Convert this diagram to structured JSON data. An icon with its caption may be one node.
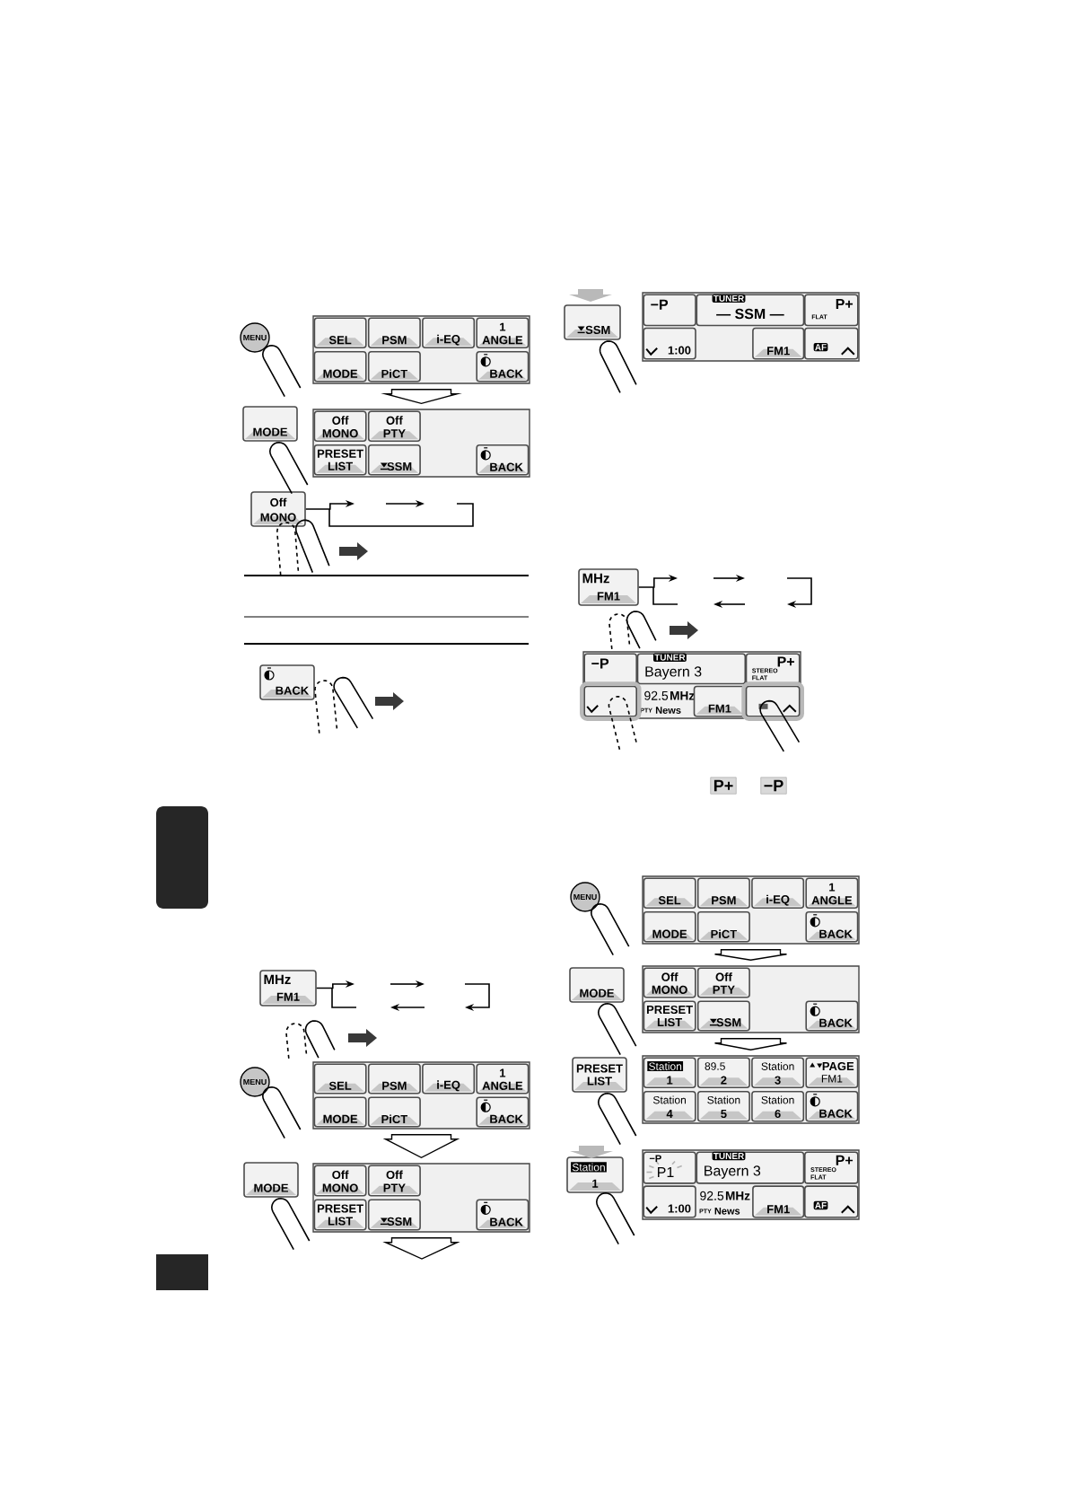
{
  "diagram": {
    "nodes": [
      {
        "text": [
          "MENU"
        ]
      },
      {
        "text": [],
        "shape": "box"
      },
      {
        "text": [
          "SEL"
        ],
        "in": 1
      },
      {
        "text": [
          "PSM"
        ],
        "in": 1
      },
      {
        "text": [
          "i-EQ"
        ],
        "in": 1
      },
      {
        "text": [
          "1",
          "ANGLE"
        ],
        "in": 1
      },
      {
        "text": [
          "MODE"
        ],
        "in": 1
      },
      {
        "text": [
          "PiCT"
        ],
        "in": 1
      },
      {
        "text": [
          "BACK"
        ],
        "in": 1
      },
      {
        "text": [
          "MODE"
        ]
      },
      {
        "text": [],
        "shape": "box"
      },
      {
        "text": [
          "Off",
          "MONO"
        ],
        "in": 10
      },
      {
        "text": [
          "Off",
          "PTY"
        ],
        "in": 10
      },
      {
        "text": [
          "PRESET LIST"
        ],
        "in": 10
      },
      {
        "text": [
          "SSM"
        ],
        "in": 10
      },
      {
        "text": [
          "BACK"
        ],
        "in": 10
      },
      {
        "text": [
          "Off",
          "MONO"
        ]
      },
      {
        "text": [
          "BACK"
        ]
      },
      {
        "text": [
          "MHz",
          "FM1"
        ]
      },
      {
        "text": [
          "MENU"
        ]
      },
      {
        "text": [],
        "shape": "box"
      },
      {
        "text": [
          "SEL"
        ],
        "in": 20
      },
      {
        "text": [
          "PSM"
        ],
        "in": 20
      },
      {
        "text": [
          "i-EQ"
        ],
        "in": 20
      },
      {
        "text": [
          "1",
          "ANGLE"
        ],
        "in": 20
      },
      {
        "text": [
          "MODE"
        ],
        "in": 20
      },
      {
        "text": [
          "PiCT"
        ],
        "in": 20
      },
      {
        "text": [
          "BACK"
        ],
        "in": 20
      },
      {
        "text": [
          "MODE"
        ]
      },
      {
        "text": [],
        "shape": "box"
      },
      {
        "text": [
          "Off",
          "MONO"
        ],
        "in": 29
      },
      {
        "text": [
          "Off",
          "PTY"
        ],
        "in": 29
      },
      {
        "text": [
          "PRESET LIST"
        ],
        "in": 29
      },
      {
        "text": [
          "SSM"
        ],
        "in": 29
      },
      {
        "text": [
          "BACK"
        ],
        "in": 29
      },
      {
        "text": [
          "SSM"
        ]
      },
      {
        "text": [],
        "shape": "box"
      },
      {
        "text": [
          "−P"
        ],
        "in": 36
      },
      {
        "text": [
          "TUNER",
          "— SSM —"
        ],
        "in": 36
      },
      {
        "text": [
          "P+",
          "FLAT"
        ],
        "in": 36
      },
      {
        "text": [
          "1:00"
        ],
        "in": 36
      },
      {
        "text": [
          "FM1"
        ],
        "in": 36
      },
      {
        "text": [
          "AF"
        ],
        "in": 36
      },
      {
        "text": [
          "MHz",
          "FM1"
        ]
      },
      {
        "text": [
          "92.5",
          "MHz",
          "PTY",
          "News"
        ]
      },
      {
        "text": [
          "−P"
        ],
        "in": 44
      },
      {
        "text": [
          "TUNER",
          "Bayern 3"
        ],
        "in": 44
      },
      {
        "text": [
          "P+",
          "STEREO",
          "FLAT"
        ],
        "in": 44
      },
      {
        "text": [],
        "shape": "box",
        "in": 44
      },
      {
        "text": [
          "FM1"
        ],
        "in": 44
      },
      {
        "text": [],
        "shape": "box",
        "in": 44
      },
      {
        "text": [
          "MENU"
        ]
      },
      {
        "text": [],
        "shape": "box"
      },
      {
        "text": [
          "SEL"
        ],
        "in": 52
      },
      {
        "text": [
          "PSM"
        ],
        "in": 52
      },
      {
        "text": [
          "i-EQ"
        ],
        "in": 52
      },
      {
        "text": [
          "1",
          "ANGLE"
        ],
        "in": 52
      },
      {
        "text": [
          "MODE"
        ],
        "in": 52
      },
      {
        "text": [
          "PiCT"
        ],
        "in": 52
      },
      {
        "text": [
          "BACK"
        ],
        "in": 52
      },
      {
        "text": [
          "MODE"
        ]
      },
      {
        "text": [],
        "shape": "box"
      },
      {
        "text": [
          "Off",
          "MONO"
        ],
        "in": 61
      },
      {
        "text": [
          "Off",
          "PTY"
        ],
        "in": 61
      },
      {
        "text": [
          "PRESET LIST"
        ],
        "in": 61
      },
      {
        "text": [
          "SSM"
        ],
        "in": 61
      },
      {
        "text": [
          "BACK"
        ],
        "in": 61
      },
      {
        "text": [
          "PRESET LIST"
        ]
      },
      {
        "text": [],
        "shape": "box"
      },
      {
        "text": [
          "Station",
          "1"
        ],
        "in": 68
      },
      {
        "text": [
          "89.5",
          "2"
        ],
        "in": 68
      },
      {
        "text": [
          "Station",
          "3"
        ],
        "in": 68
      },
      {
        "text": [
          "PAGE",
          "FM1"
        ],
        "in": 68
      },
      {
        "text": [
          "Station",
          "4"
        ],
        "in": 68
      },
      {
        "text": [
          "Station",
          "5"
        ],
        "in": 68
      },
      {
        "text": [
          "Station",
          "6"
        ],
        "in": 68
      },
      {
        "text": [
          "BACK"
        ],
        "in": 68
      },
      {
        "text": [
          "Station",
          "1"
        ]
      },
      {
        "text": [
          "92.5",
          "MHz",
          "PTY",
          "News"
        ]
      },
      {
        "text": [
          "−P",
          "P1"
        ],
        "in": 78
      },
      {
        "text": [
          "TUNER",
          "Bayern 3"
        ],
        "in": 78
      },
      {
        "text": [
          "P+",
          "STEREO",
          "FLAT"
        ],
        "in": 78
      },
      {
        "text": [
          "1:00"
        ],
        "in": 78
      },
      {
        "text": [
          "FM1"
        ],
        "in": 78
      },
      {
        "text": [
          "AF"
        ],
        "in": 78
      },
      {
        "text": [],
        "shape": "box"
      },
      {
        "text": [],
        "shape": "box"
      }
    ],
    "edges": [
      {
        "from": 1,
        "to": 10,
        "arrow": "to"
      },
      {
        "from": 16,
        "to": null,
        "arrow": "to"
      },
      {
        "from": 18,
        "to": null,
        "arrow": "to"
      },
      {
        "from": 20,
        "to": 29,
        "arrow": "to"
      },
      {
        "from": 29,
        "to": null,
        "arrow": "to"
      },
      {
        "from": 43,
        "to": null,
        "arrow": "to"
      },
      {
        "from": 52,
        "to": 61,
        "arrow": "to"
      },
      {
        "from": 61,
        "to": 68,
        "arrow": "to"
      }
    ],
    "labels": [
      "P+",
      "−P"
    ]
  }
}
